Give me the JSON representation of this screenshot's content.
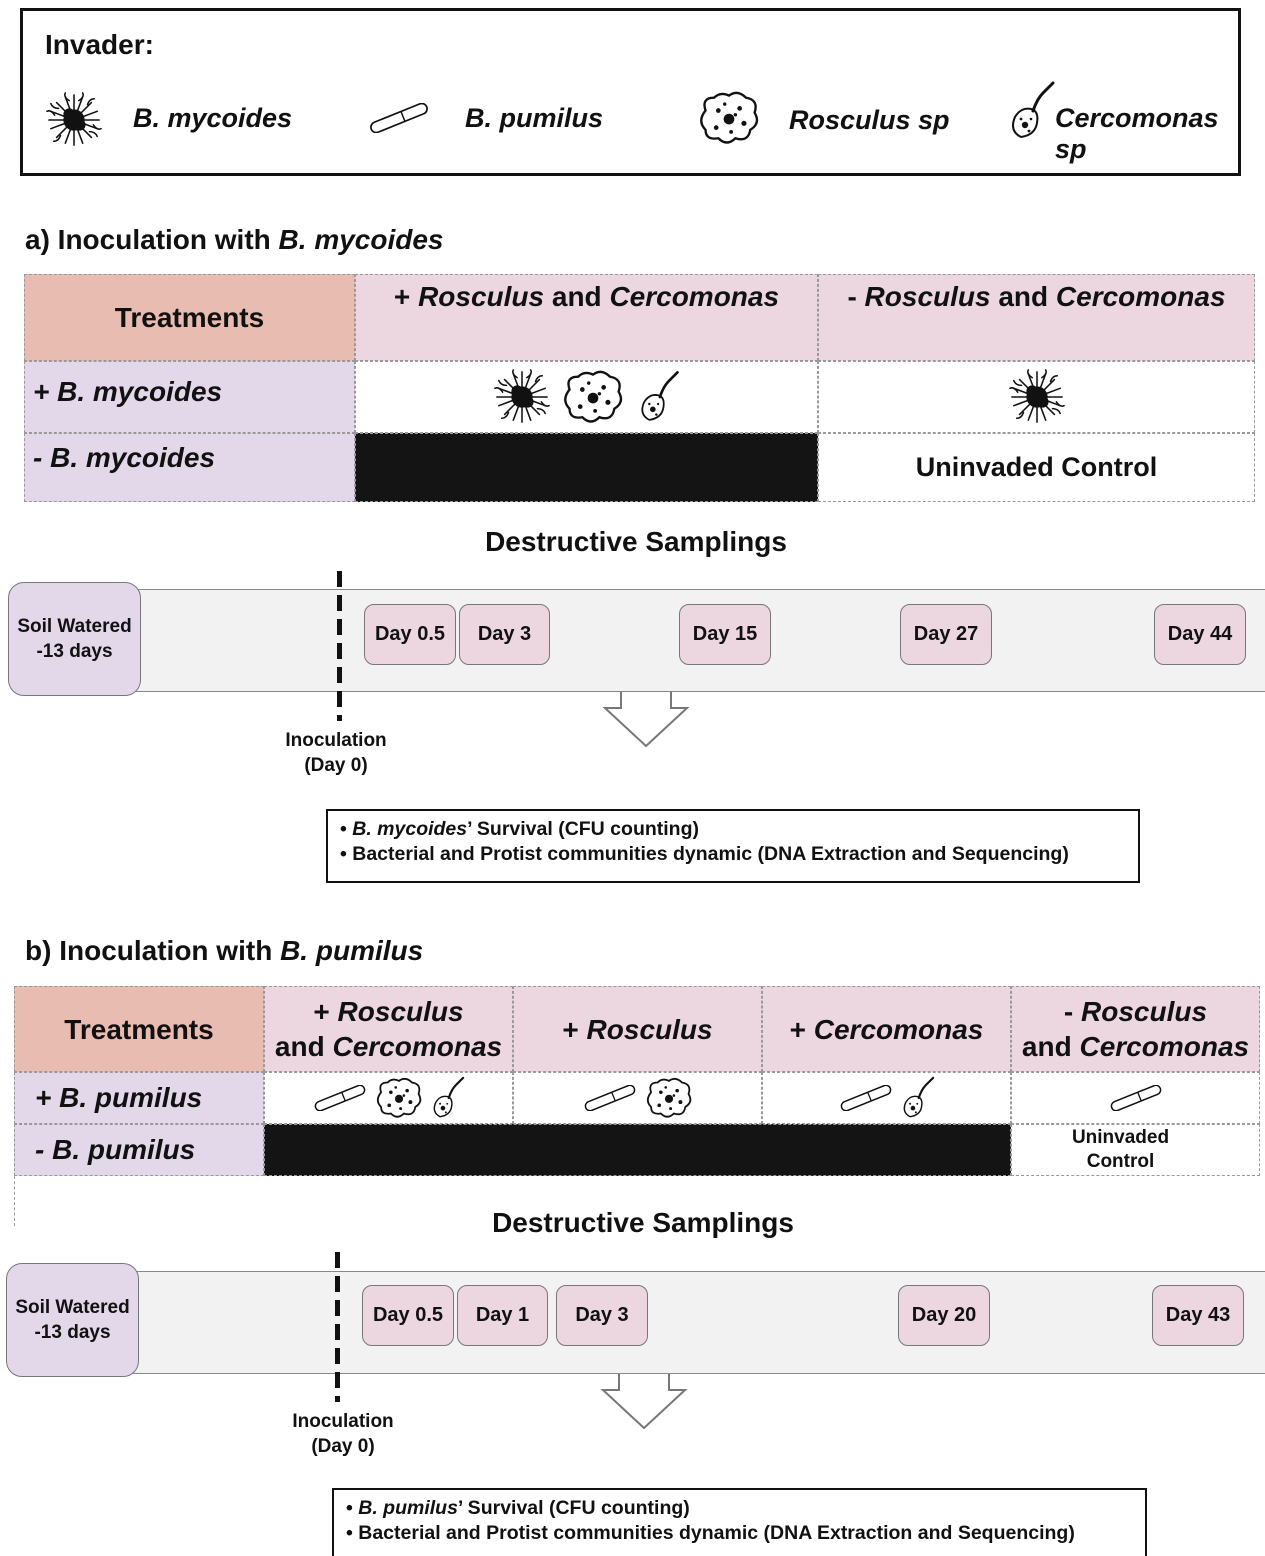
{
  "legend": {
    "title": "Invader:",
    "items": [
      {
        "label": "B. mycoides",
        "icon": "b-mycoides-icon"
      },
      {
        "label": "B. pumilus",
        "icon": "b-pumilus-icon"
      },
      {
        "label": "Rosculus sp",
        "icon": "rosculus-icon"
      },
      {
        "label": "Cercomonas sp",
        "icon": "cercomonas-icon"
      }
    ]
  },
  "section_a": {
    "title_prefix": "a) Inoculation with ",
    "title_species": "B. mycoides",
    "table": {
      "corner": "Treatments",
      "col1_a": "+ ",
      "col1_b": "Rosculus",
      "col1_c": " and ",
      "col1_d": "Cercomonas",
      "col2_a": "- ",
      "col2_b": "Rosculus",
      "col2_c": " and ",
      "col2_d": "Cercomonas",
      "row1": "+ B. mycoides",
      "row2": "- B. mycoides",
      "uninvaded": "Uninvaded Control"
    },
    "destructive": "Destructive Samplings",
    "soil_line1": "Soil Watered",
    "soil_line2": "-13 days",
    "days": [
      "Day 0.5",
      "Day 3",
      "Day 15",
      "Day 27",
      "Day 44"
    ],
    "inoc_line1": "Inoculation",
    "inoc_line2": "(Day 0)",
    "note1_species": "B. mycoides",
    "note1_rest": "’ Survival (CFU counting)",
    "note2": "Bacterial and Protist communities dynamic (DNA Extraction and Sequencing)"
  },
  "section_b": {
    "title_prefix": "b) Inoculation with ",
    "title_species": "B. pumilus",
    "table": {
      "corner": "Treatments",
      "col1_line1a": "+ ",
      "col1_line1b": "Rosculus",
      "col1_line2a": "and ",
      "col1_line2b": "Cercomonas",
      "col2_a": "+ ",
      "col2_b": "Rosculus",
      "col3_a": "+ ",
      "col3_b": "Cercomonas",
      "col4_line1a": "- ",
      "col4_line1b": "Rosculus",
      "col4_line2a": "and ",
      "col4_line2b": "Cercomonas",
      "row1": "+ B. pumilus",
      "row2": "- B. pumilus",
      "uninvaded_line1": "Uninvaded",
      "uninvaded_line2": "Control"
    },
    "destructive": "Destructive Samplings",
    "soil_line1": "Soil Watered",
    "soil_line2": "-13 days",
    "days": [
      "Day 0.5",
      "Day 1",
      "Day 3",
      "Day 20",
      "Day 43"
    ],
    "inoc_line1": "Inoculation",
    "inoc_line2": "(Day 0)",
    "note1_species": "B. pumilus",
    "note1_rest": "’ Survival (CFU counting)",
    "note2": "Bacterial and Protist communities dynamic (DNA Extraction and Sequencing)"
  }
}
